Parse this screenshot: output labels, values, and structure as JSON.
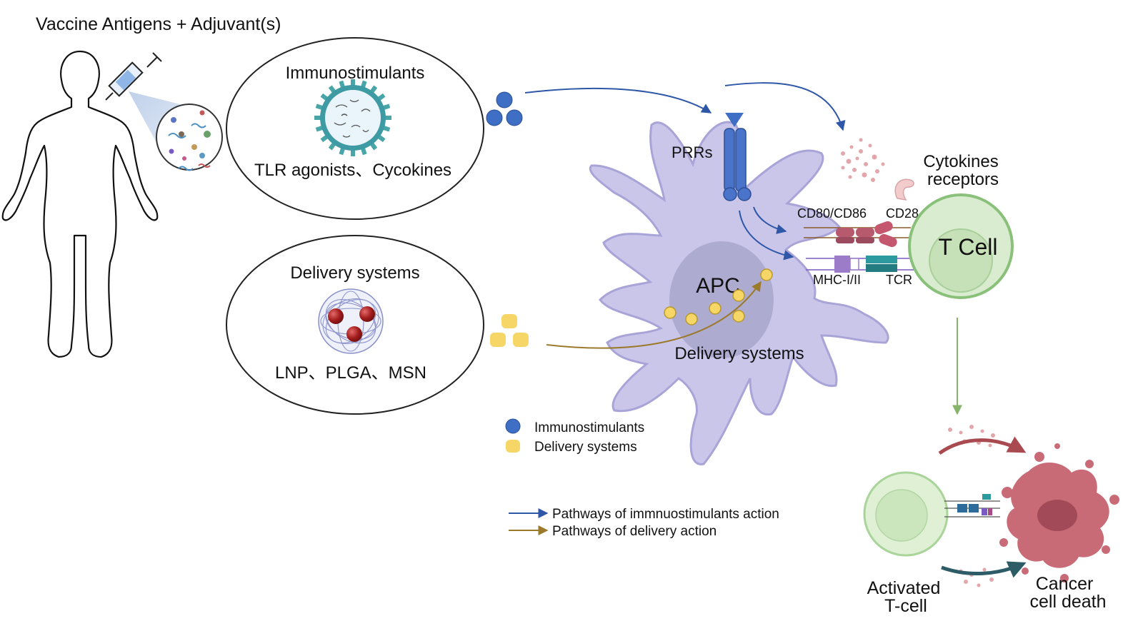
{
  "header": {
    "title": "Vaccine Antigens + Adjuvant(s)"
  },
  "immunostimulants_panel": {
    "title": "Immunostimulants",
    "subtitle": "TLR agonists、Cycokines"
  },
  "delivery_panel": {
    "title": "Delivery systems",
    "subtitle": "LNP、PLGA、MSN"
  },
  "apc": {
    "label": "APC",
    "receptor_label": "PRRs",
    "delivery_label": "Delivery systems",
    "cd80_label": "CD80/CD86",
    "cd28_label": "CD28",
    "mhc_label": "MHC-I/II",
    "tcr_label": "TCR"
  },
  "tcell": {
    "label": "T Cell",
    "cytokine_receptor_label_1": "Cytokines",
    "cytokine_receptor_label_2": "receptors"
  },
  "outcome": {
    "activated_label_1": "Activated",
    "activated_label_2": "T-cell",
    "cancer_label_1": "Cancer",
    "cancer_label_2": "cell death"
  },
  "legend": {
    "items": [
      {
        "label": "Immunostimulants",
        "color": "#3f6fc4"
      },
      {
        "label": "Delivery systems",
        "color": "#f7d668"
      }
    ],
    "arrows": [
      {
        "label": "Pathways of immnuostimulants action",
        "color": "#2f57a8"
      },
      {
        "label": "Pathways of delivery action",
        "color": "#9c7a2c"
      }
    ]
  }
}
